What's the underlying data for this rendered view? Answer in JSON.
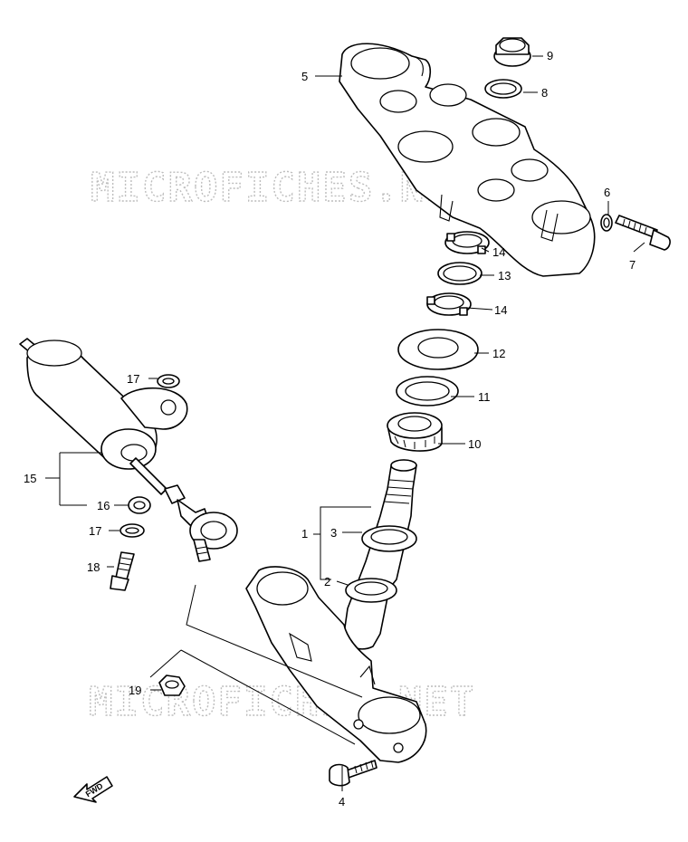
{
  "watermark": {
    "top": "MICROFICHES.NET",
    "bottom": "MICROFICHES.NET"
  },
  "fwd_label": "FWD",
  "callouts": {
    "c1": "1",
    "c2": "2",
    "c3": "3",
    "c4": "4",
    "c5": "5",
    "c6": "6",
    "c7": "7",
    "c8": "8",
    "c9": "9",
    "c10": "10",
    "c11": "11",
    "c12": "12",
    "c13": "13",
    "c14a": "14",
    "c14b": "14",
    "c15": "15",
    "c16": "16",
    "c17a": "17",
    "c17b": "17",
    "c18": "18",
    "c19": "19"
  }
}
